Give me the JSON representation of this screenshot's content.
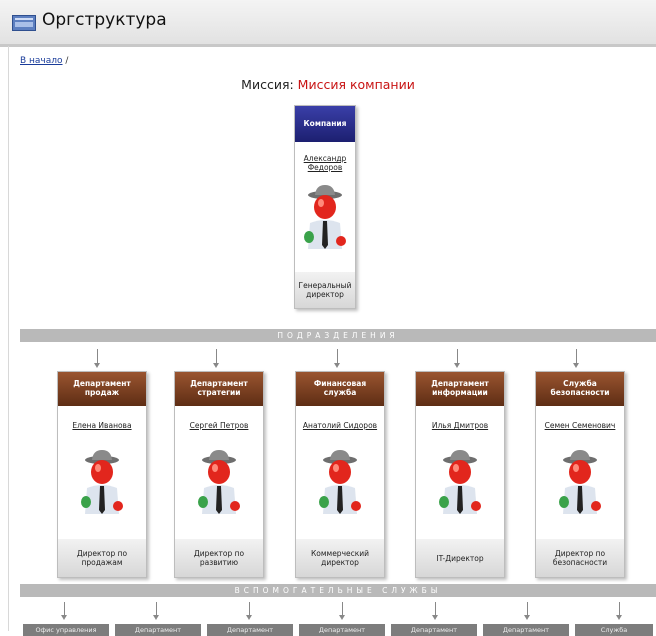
{
  "window": {
    "title": "Оргструктура",
    "icon": "window-icon"
  },
  "breadcrumb": {
    "home_link": "В начало",
    "separator": "/"
  },
  "mission": {
    "label": "Миссия:",
    "value": "Миссия компании"
  },
  "top_card": {
    "header": "Компания",
    "name": "Александр Федоров",
    "position": "Генеральный директор"
  },
  "subdivisions_band": "ПОДРАЗДЕЛЕНИЯ",
  "departments": [
    {
      "header": "Департамент продаж",
      "name": "Елена Иванова",
      "position": "Директор по продажам"
    },
    {
      "header": "Департамент стратегии",
      "name": "Сергей Петров",
      "position": "Директор по развитию"
    },
    {
      "header": "Финансовая служба",
      "name": "Анатолий Сидоров",
      "position": "Коммерческий директор"
    },
    {
      "header": "Департамент информации",
      "name": "Илья Дмитров",
      "position": "IT-Директор"
    },
    {
      "header": "Служба безопасности",
      "name": "Семен Семенович",
      "position": "Директор по безопасности"
    }
  ],
  "support_band": "ВСПОМОГАТЕЛЬНЫЕ СЛУЖБЫ",
  "support_services": [
    "Офис управления",
    "Департамент",
    "Департамент",
    "Департамент",
    "Департамент",
    "Департамент",
    "Служба"
  ],
  "colors": {
    "top_header": "#2b2f8f",
    "dept_header": "#7a3f1f",
    "mission_value": "#c81414",
    "band": "#b9b9b9"
  }
}
